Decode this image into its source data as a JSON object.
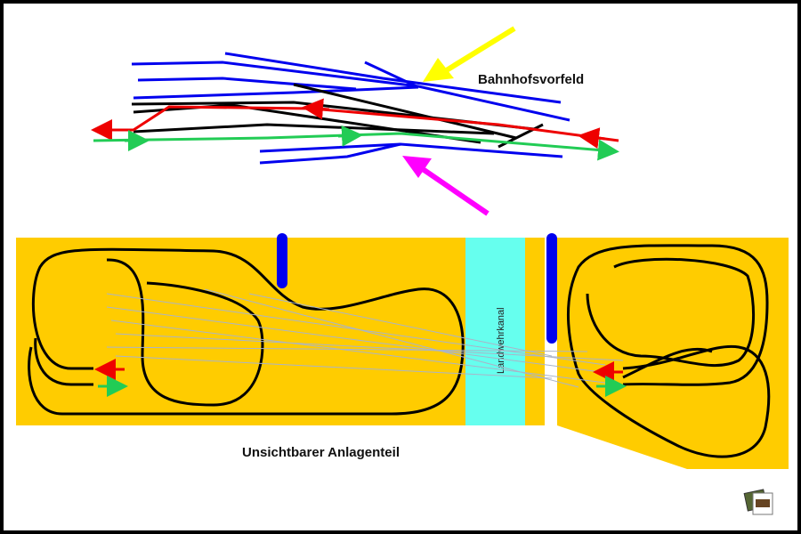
{
  "labels": {
    "station_area": "Bahnhofsvorfeld",
    "hidden_section": "Unsichtbarer Anlagenteil",
    "canal": "Landwehrkanal"
  },
  "colors": {
    "board": "#FFCC00",
    "canal": "#66FFEE",
    "track": "#000000",
    "siding": "#0000EE",
    "direction_out": "#EE0000",
    "direction_in": "#22CC55",
    "pointer_yellow": "#FFFF00",
    "pointer_magenta": "#FF00FF",
    "connection_lines": "#AAB4C8"
  },
  "icons": [
    "photo-stack-icon"
  ]
}
